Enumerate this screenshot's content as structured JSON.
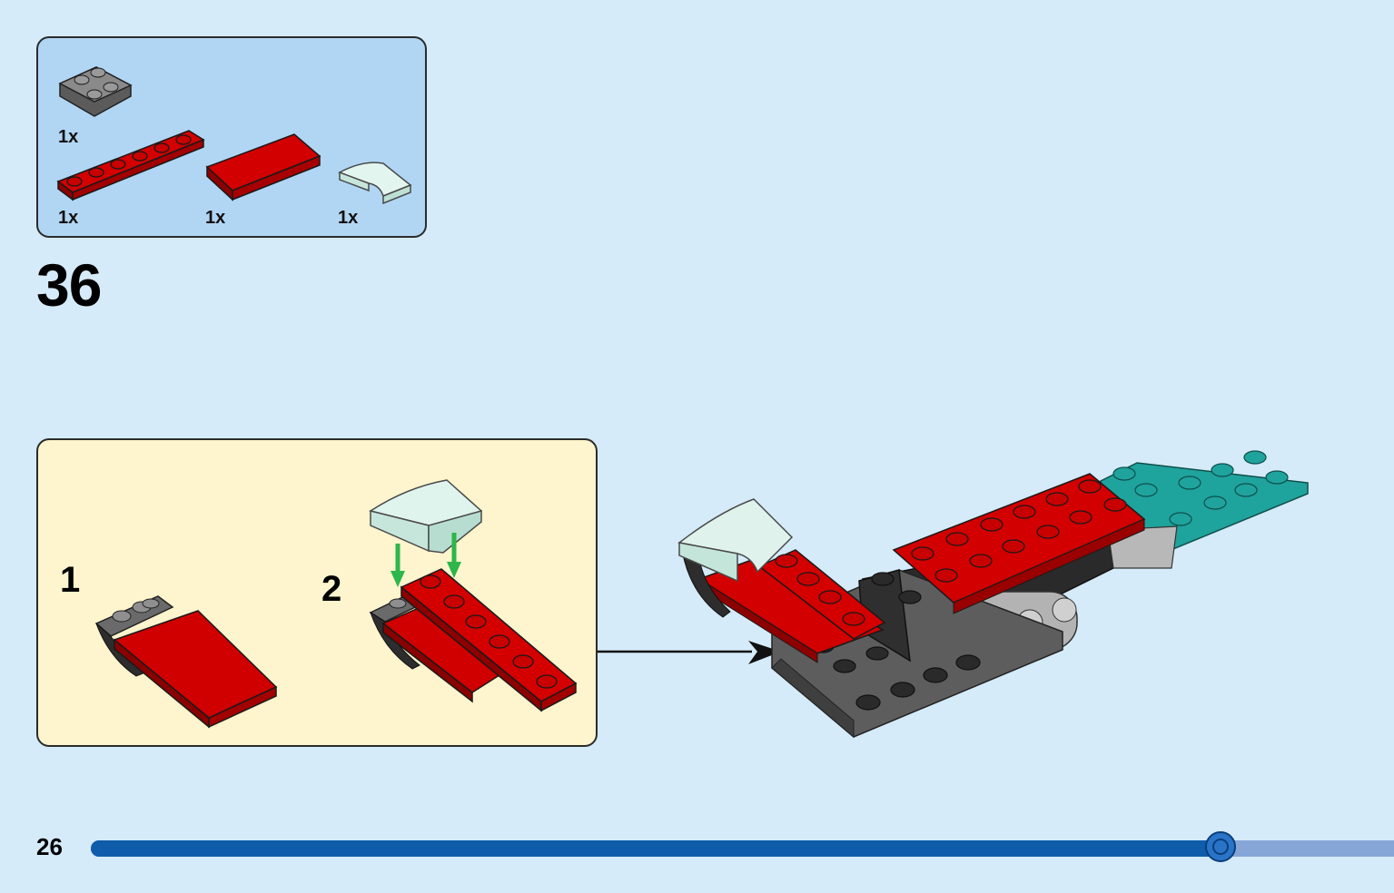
{
  "parts": [
    {
      "name": "inverted-slope-dark-gray",
      "qty": "1x"
    },
    {
      "name": "plate-1x6-red",
      "qty": "1x"
    },
    {
      "name": "tile-2x4-red",
      "qty": "1x"
    },
    {
      "name": "curved-slope-light-aqua",
      "qty": "1x"
    }
  ],
  "step": {
    "number": "36"
  },
  "substeps": [
    {
      "number": "1"
    },
    {
      "number": "2"
    }
  ],
  "page": {
    "number": "26"
  },
  "progress": {
    "fraction": 0.867
  },
  "colors": {
    "background": "#d5ebf9",
    "parts_box": "#b1d6f4",
    "substep_box": "#fef4cd",
    "brick_red": "#c80000",
    "brick_dark_gray": "#5a5a5a",
    "brick_black": "#2a2a2a",
    "brick_teal": "#1fa39d",
    "brick_light_aqua": "#d8f1ea",
    "arrow_green": "#2db64b",
    "progress_fill": "#0f5cab",
    "progress_track": "#86a6d8"
  }
}
